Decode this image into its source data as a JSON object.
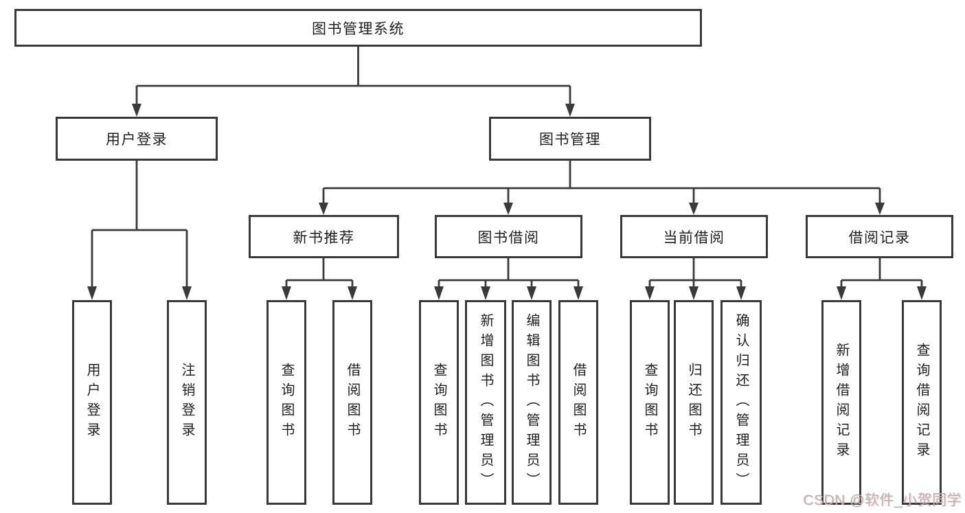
{
  "tree": {
    "root": {
      "label": "图书管理系统",
      "children": [
        {
          "label": "用户登录",
          "children": [
            {
              "label": "用户登录"
            },
            {
              "label": "注销登录"
            }
          ]
        },
        {
          "label": "图书管理",
          "children": [
            {
              "label": "新书推荐",
              "children": [
                {
                  "label": "查询图书"
                },
                {
                  "label": "借阅图书"
                }
              ]
            },
            {
              "label": "图书借阅",
              "children": [
                {
                  "label": "查询图书"
                },
                {
                  "label": "新增图书（管理员）"
                },
                {
                  "label": "编辑图书（管理员）"
                },
                {
                  "label": "借阅图书"
                }
              ]
            },
            {
              "label": "当前借阅",
              "children": [
                {
                  "label": "查询图书"
                },
                {
                  "label": "归还图书"
                },
                {
                  "label": "确认归还（管理员）"
                }
              ]
            },
            {
              "label": "借阅记录",
              "children": [
                {
                  "label": "新增借阅记录"
                },
                {
                  "label": "查询借阅记录"
                }
              ]
            }
          ]
        }
      ]
    }
  },
  "watermark": "CSDN @软件_小贺同学",
  "colors": {
    "line": "#3a3a3a",
    "border": "#383838",
    "text": "#1f1f1f",
    "watermark": "#b5b5b8"
  }
}
